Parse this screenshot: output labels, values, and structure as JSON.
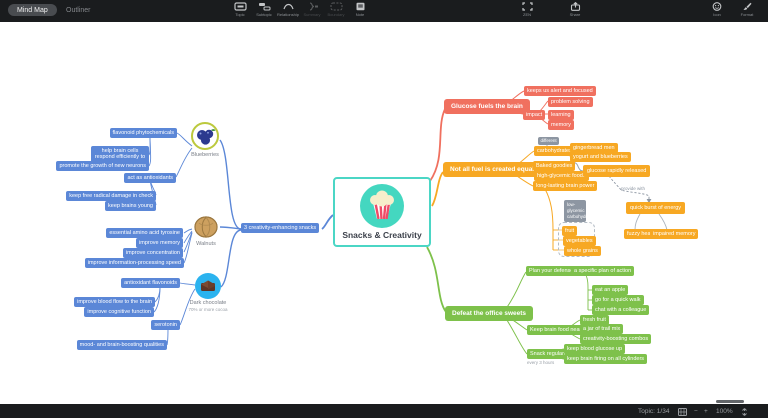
{
  "topbar": {
    "mode_mindmap": "Mind Map",
    "mode_outliner": "Outliner",
    "tools": [
      {
        "label": "Topic",
        "enabled": true
      },
      {
        "label": "Subtopic",
        "enabled": true
      },
      {
        "label": "Relationship",
        "enabled": true
      },
      {
        "label": "Summary",
        "enabled": false
      },
      {
        "label": "Boundary",
        "enabled": false
      },
      {
        "label": "Note",
        "enabled": true
      }
    ],
    "zen_label": "ZEN",
    "share_label": "Share",
    "icon_label": "Icon",
    "format_label": "Format"
  },
  "statusbar": {
    "topic_count": "Topic: 1/34",
    "zoom_out": "−",
    "zoom_in": "+",
    "zoom_level": "100%"
  },
  "colors": {
    "central_border": "#4bd6c5",
    "branch_blue": "#5b87d7",
    "branch_red": "#f0705f",
    "branch_orange": "#f7a823",
    "branch_green": "#7ec14b",
    "label_gray": "#8d96a2"
  },
  "icons": {
    "central": "popcorn-icon",
    "blueberries": "blueberries-icon",
    "walnuts": "walnut-icon",
    "dark_chocolate": "chocolate-icon"
  },
  "nodes": {
    "central": "Snacks & Creativity",
    "snacks3": "3 creativity-enhancing snacks",
    "blueberries_label": "Blueberries",
    "flavonoid": "flavonoid phytochemicals",
    "help_brain_cells": "help brain cells respond efficiently to incoming messages",
    "promote_growth": "promote the growth of new neurons",
    "antioxidants": "act as antioxidants",
    "keep_free_radical": "keep free radical damage in check",
    "keep_brains_young": "keep brains young",
    "walnuts_label": "Walnuts",
    "tyrosine": "essential amino acid tyrosine",
    "improve_memory": "improve memory",
    "improve_concentration": "improve concentration",
    "improve_speed": "improve information-processing speed",
    "dark_choc_label": "Dark chocolate",
    "dark_choc_note": "70% or more cocoa",
    "antioxidant_flavonoids": "antioxidant flavonoids",
    "improve_blood_flow": "improve blood flow to the brain",
    "improve_cognitive": "improve cognitive function",
    "serotonin": "serotonin",
    "mood_boost": "mood- and brain-boosting qualities",
    "glucose_root": "Glucose fuels the brain",
    "alert_focused": "keeps us alert and focused",
    "impact": "impact",
    "problem_solving": "problem solving",
    "learning": "learning",
    "memory": "memory",
    "fuel_root": "Not all fuel is created equal",
    "different": "different",
    "carbohydrates": "carbohydrates",
    "gingerbread": "gingerbread men",
    "yogurt": "yogurt and blueberries",
    "baked_goodies": "Baked goodies",
    "high_glycemic": "high-glycemic foods",
    "long_lasting": "long-lasting brain power",
    "glucose_rapid": "glucose rapidly released",
    "provide_with": "provide with",
    "quick_burst": "quick burst of energy",
    "fuzzy_head": "fuzzy head",
    "impaired_memory": "impaired memory",
    "low_glycemic": "low-glycemic carbohydrates",
    "fruit": "fruit",
    "vegetables": "vegetables",
    "whole_grains": "whole grains",
    "defeat_root": "Defeat the office sweets",
    "plan_defense": "Plan your defense",
    "specific_plan": "a specific plan of action",
    "eat_apple": "eat an apple",
    "quick_walk": "go for a quick walk",
    "chat_colleague": "chat with a colleague",
    "brain_food_nearby": "Keep brain food nearby",
    "fresh_fruit": "fresh fruit",
    "trail_mix": "a jar of trail mix",
    "combos": "creativity-boosting combos",
    "snack_regularly": "Snack regularly",
    "every_3_hours": "every 3 hours",
    "blood_glucose_up": "keep blood glucose up",
    "brain_firing": "keep brain firing on all cylinders"
  }
}
